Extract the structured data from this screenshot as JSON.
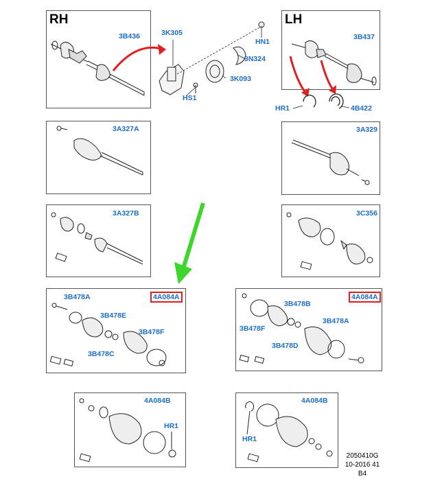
{
  "rh": {
    "title": "RH",
    "shaft_label": "3B436",
    "bracket_labels": {
      "bracket": "3K305",
      "hn1": "HN1",
      "clip": "3N324",
      "bearing": "3K093",
      "bolt": "HS1"
    }
  },
  "lh": {
    "title": "LH",
    "shaft_label": "3B437",
    "ring_labels": {
      "hr1": "HR1",
      "circlip": "4B422"
    }
  },
  "panels": {
    "rh_inner_shaft": "3A327A",
    "lh_inner_shaft": "3A329",
    "rh_kit": "3A327B",
    "lh_kit": "3C356",
    "rh_boot_kit": {
      "title": "4A084A",
      "labels": [
        "3B478A",
        "3B478E",
        "3B478F",
        "3B478C"
      ]
    },
    "lh_boot_kit": {
      "title": "4A084A",
      "labels": [
        "3B478B",
        "3B478F",
        "3B478A",
        "3B478D"
      ]
    },
    "rh_outer_boot": {
      "title": "4A084B",
      "hr1": "HR1"
    },
    "lh_outer_boot": {
      "title": "4A084B",
      "hr1": "HR1"
    }
  },
  "reference": {
    "line1": "2050410G",
    "line2": "10-2016 41",
    "line3": "B4"
  },
  "colors": {
    "label": "#1b6fc7",
    "highlight_box": "#e0201f",
    "arrow_red": "#e0201f",
    "arrow_green": "#3dd62a",
    "line": "#222222"
  }
}
